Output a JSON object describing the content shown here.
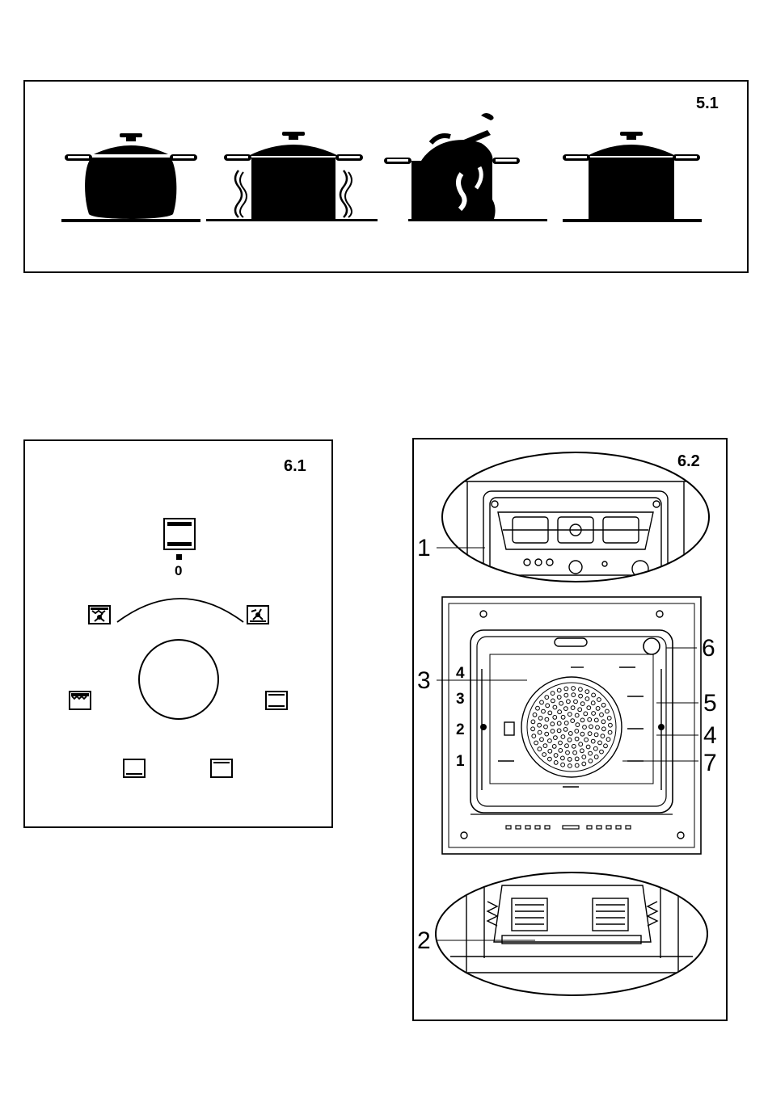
{
  "figure_5_1": {
    "label": "5.1",
    "icons": [
      "pot-on-plate-icon",
      "pot-heat-waves-icon",
      "pot-boiling-over-icon",
      "pot-correct-fit-icon"
    ]
  },
  "figure_6_1": {
    "label": "6.1",
    "zero_label": "0",
    "icons": [
      "oven-light-icon",
      "fan-grill-icon",
      "fan-heating-icon",
      "bottom-heat-pizza-icon",
      "top-bottom-heat-icon",
      "bottom-heat-icon",
      "top-heat-icon",
      "control-knob-icon"
    ]
  },
  "figure_6_2": {
    "label": "6.2",
    "callouts": {
      "c1": "1",
      "c2": "2",
      "c3": "3",
      "c4": "4",
      "c5": "5",
      "c6": "6",
      "c7": "7"
    },
    "shelf_levels": [
      "4",
      "3",
      "2",
      "1"
    ]
  }
}
